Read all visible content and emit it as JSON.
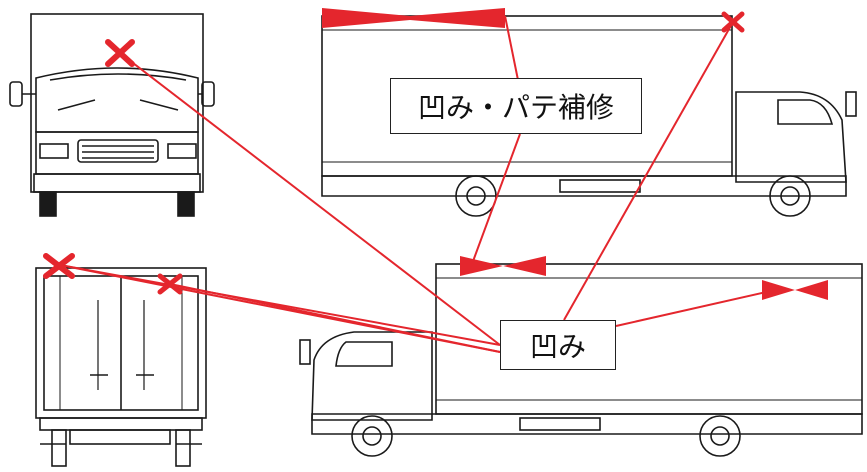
{
  "labels": {
    "dent_putty_repair": "凹み・パテ補修",
    "dent": "凹み"
  },
  "colors": {
    "marker": "#e4262d",
    "line": "#1a1a1a",
    "paper": "#ffffff"
  },
  "views": [
    "front-view",
    "rear-view",
    "left-side-view",
    "right-side-view"
  ],
  "damage_markers": [
    {
      "kind": "x-mark",
      "view": "front-view",
      "label": "dent"
    },
    {
      "kind": "x-mark",
      "view": "rear-view",
      "label": "dent"
    },
    {
      "kind": "x-mark",
      "view": "rear-view",
      "label": "dent"
    },
    {
      "kind": "x-mark",
      "view": "left-side-view",
      "label": "dent"
    },
    {
      "kind": "bar-mark",
      "view": "left-side-view",
      "label": "dent_putty_repair"
    },
    {
      "kind": "bar-mark",
      "view": "right-side-view",
      "label": "dent_putty_repair"
    },
    {
      "kind": "bar-mark",
      "view": "right-side-view",
      "label": "dent"
    }
  ]
}
